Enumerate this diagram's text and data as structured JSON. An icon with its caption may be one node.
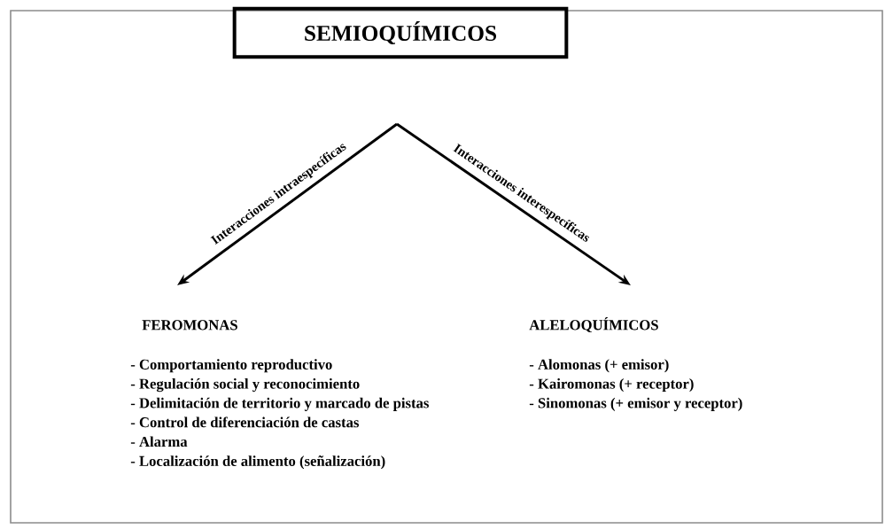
{
  "diagram": {
    "nodes": [
      {
        "text": [
          "SEMIOQUÍMICOS"
        ]
      },
      {
        "text": [
          "FEROMONAS",
          "- Comportamiento reproductivo",
          "- Regulación social y reconocimiento",
          "- Delimitación de territorio y marcado de pistas",
          "- Control de diferenciación de castas",
          "- Alarma",
          "- Localización de alimento (señalización)"
        ]
      },
      {
        "text": [
          "ALELOQUÍMICOS",
          "- Alomonas (+ emisor)",
          "- Kairomonas (+ receptor)",
          "- Sinomonas (+ emisor y receptor)"
        ]
      }
    ],
    "edges": [
      {
        "from": null,
        "to": 1,
        "arrow": "to",
        "label": "Interacciones intraespecíficas"
      },
      {
        "from": null,
        "to": 2,
        "arrow": "to",
        "label": "Interacciones interespecíficas"
      }
    ]
  }
}
